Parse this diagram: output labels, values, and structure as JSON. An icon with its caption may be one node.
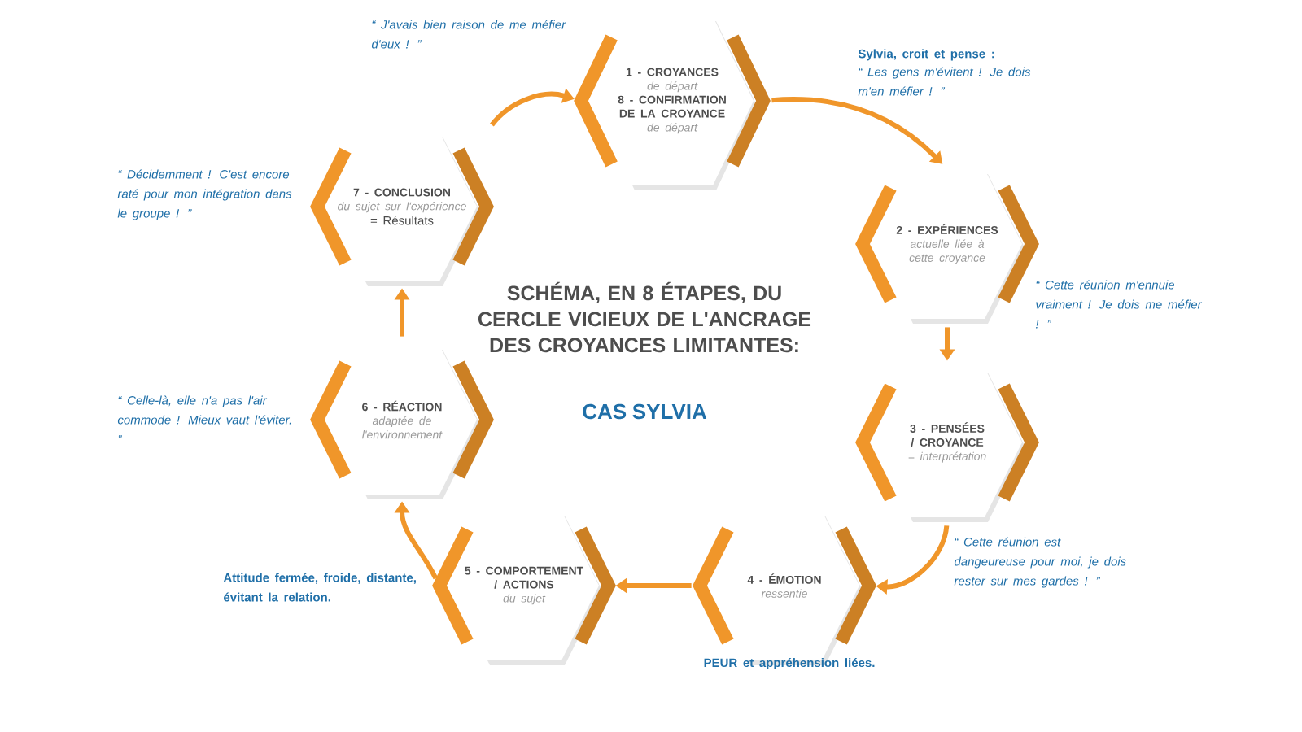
{
  "diagram": {
    "title": "SCHÉMA, EN 8 ÉTAPES, DU CERCLE VICIEUX DE L'ANCRAGE DES CROYANCES LIMITANTES:",
    "nodes": [
      {
        "text": [
          "1 - CROYANCES",
          "de départ",
          "8 - CONFIRMATION DE LA CROYANCE",
          "de départ"
        ]
      },
      {
        "text": [
          "2 - EXPÉRIENCES",
          "actuelle liée à cette croyance"
        ]
      },
      {
        "text": [
          "3 - PENSÉES / CROYANCE",
          "= interprétation"
        ]
      },
      {
        "text": [
          "4 - ÉMOTION",
          "ressentie"
        ]
      },
      {
        "text": [
          "5 - COMPORTEMENT / ACTIONS",
          "du sujet"
        ]
      },
      {
        "text": [
          "6 - RÉACTION",
          "adaptée de l'environnement"
        ]
      },
      {
        "text": [
          "7 - CONCLUSION",
          "du sujet sur l'expérience",
          "= Résultats"
        ]
      }
    ],
    "edges": [
      {
        "from": 0,
        "to": 1,
        "arrow": "to"
      },
      {
        "from": 1,
        "to": 2,
        "arrow": "to"
      },
      {
        "from": 2,
        "to": 3,
        "arrow": "to"
      },
      {
        "from": 3,
        "to": 4,
        "arrow": "to"
      },
      {
        "from": 4,
        "to": 5,
        "arrow": "to"
      },
      {
        "from": 5,
        "to": 6,
        "arrow": "to"
      },
      {
        "from": 6,
        "to": 0,
        "arrow": "to"
      }
    ],
    "labels": [
      "CAS SYLVIA",
      "“ J'avais bien raison de me méfier d'eux ! ”",
      "Sylvia, croit et pense :",
      "“ Les gens m'évitent ! Je dois m'en méfier ! ”",
      "“ Cette réunion m'ennuie vraiment ! Je dois me méfier ! ”",
      "“ Cette réunion est dangeureuse pour moi, je dois rester sur mes gardes ! ”",
      "PEUR et appréhension liées.",
      "Attitude fermée, froide, distante, évitant la relation.",
      "“ Celle-là, elle n'a pas l'air commode ! Mieux vaut l'éviter. ”",
      "“ Décidemment ! C'est encore raté pour mon intégration dans le groupe ! ”"
    ]
  }
}
